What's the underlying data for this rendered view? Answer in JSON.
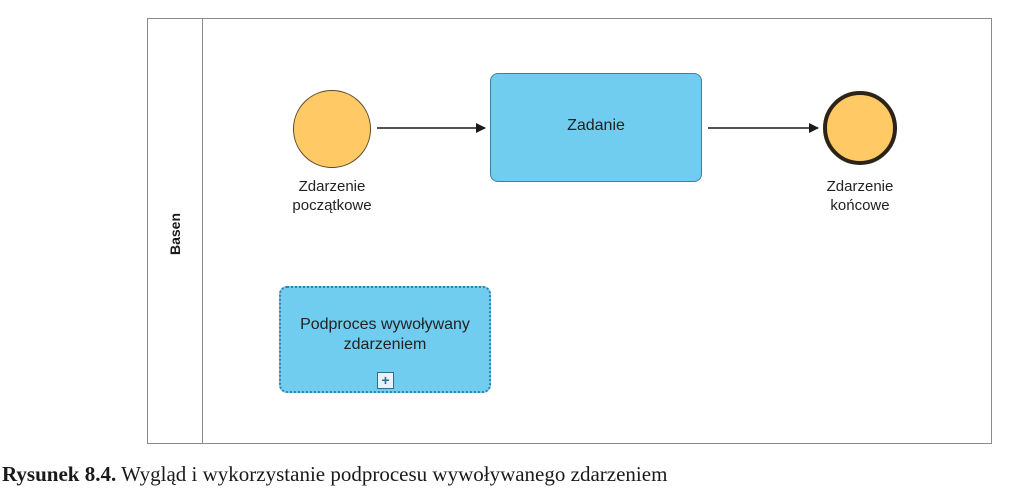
{
  "pool": {
    "label": "Basen"
  },
  "start_event": {
    "label_line1": "Zdarzenie",
    "label_line2": "początkowe",
    "color": "#ffc965"
  },
  "task": {
    "label": "Zadanie",
    "color": "#70cdef"
  },
  "end_event": {
    "label_line1": "Zdarzenie",
    "label_line2": "końcowe",
    "color": "#ffc965"
  },
  "subprocess": {
    "label_line1": "Podproces wywoływany",
    "label_line2": "zdarzeniem",
    "marker": "+",
    "marker_icon": "plus-icon"
  },
  "caption": {
    "number": "Rysunek 8.4.",
    "text": " Wygląd i wykorzystanie podprocesu wywoływanego zdarzeniem"
  }
}
